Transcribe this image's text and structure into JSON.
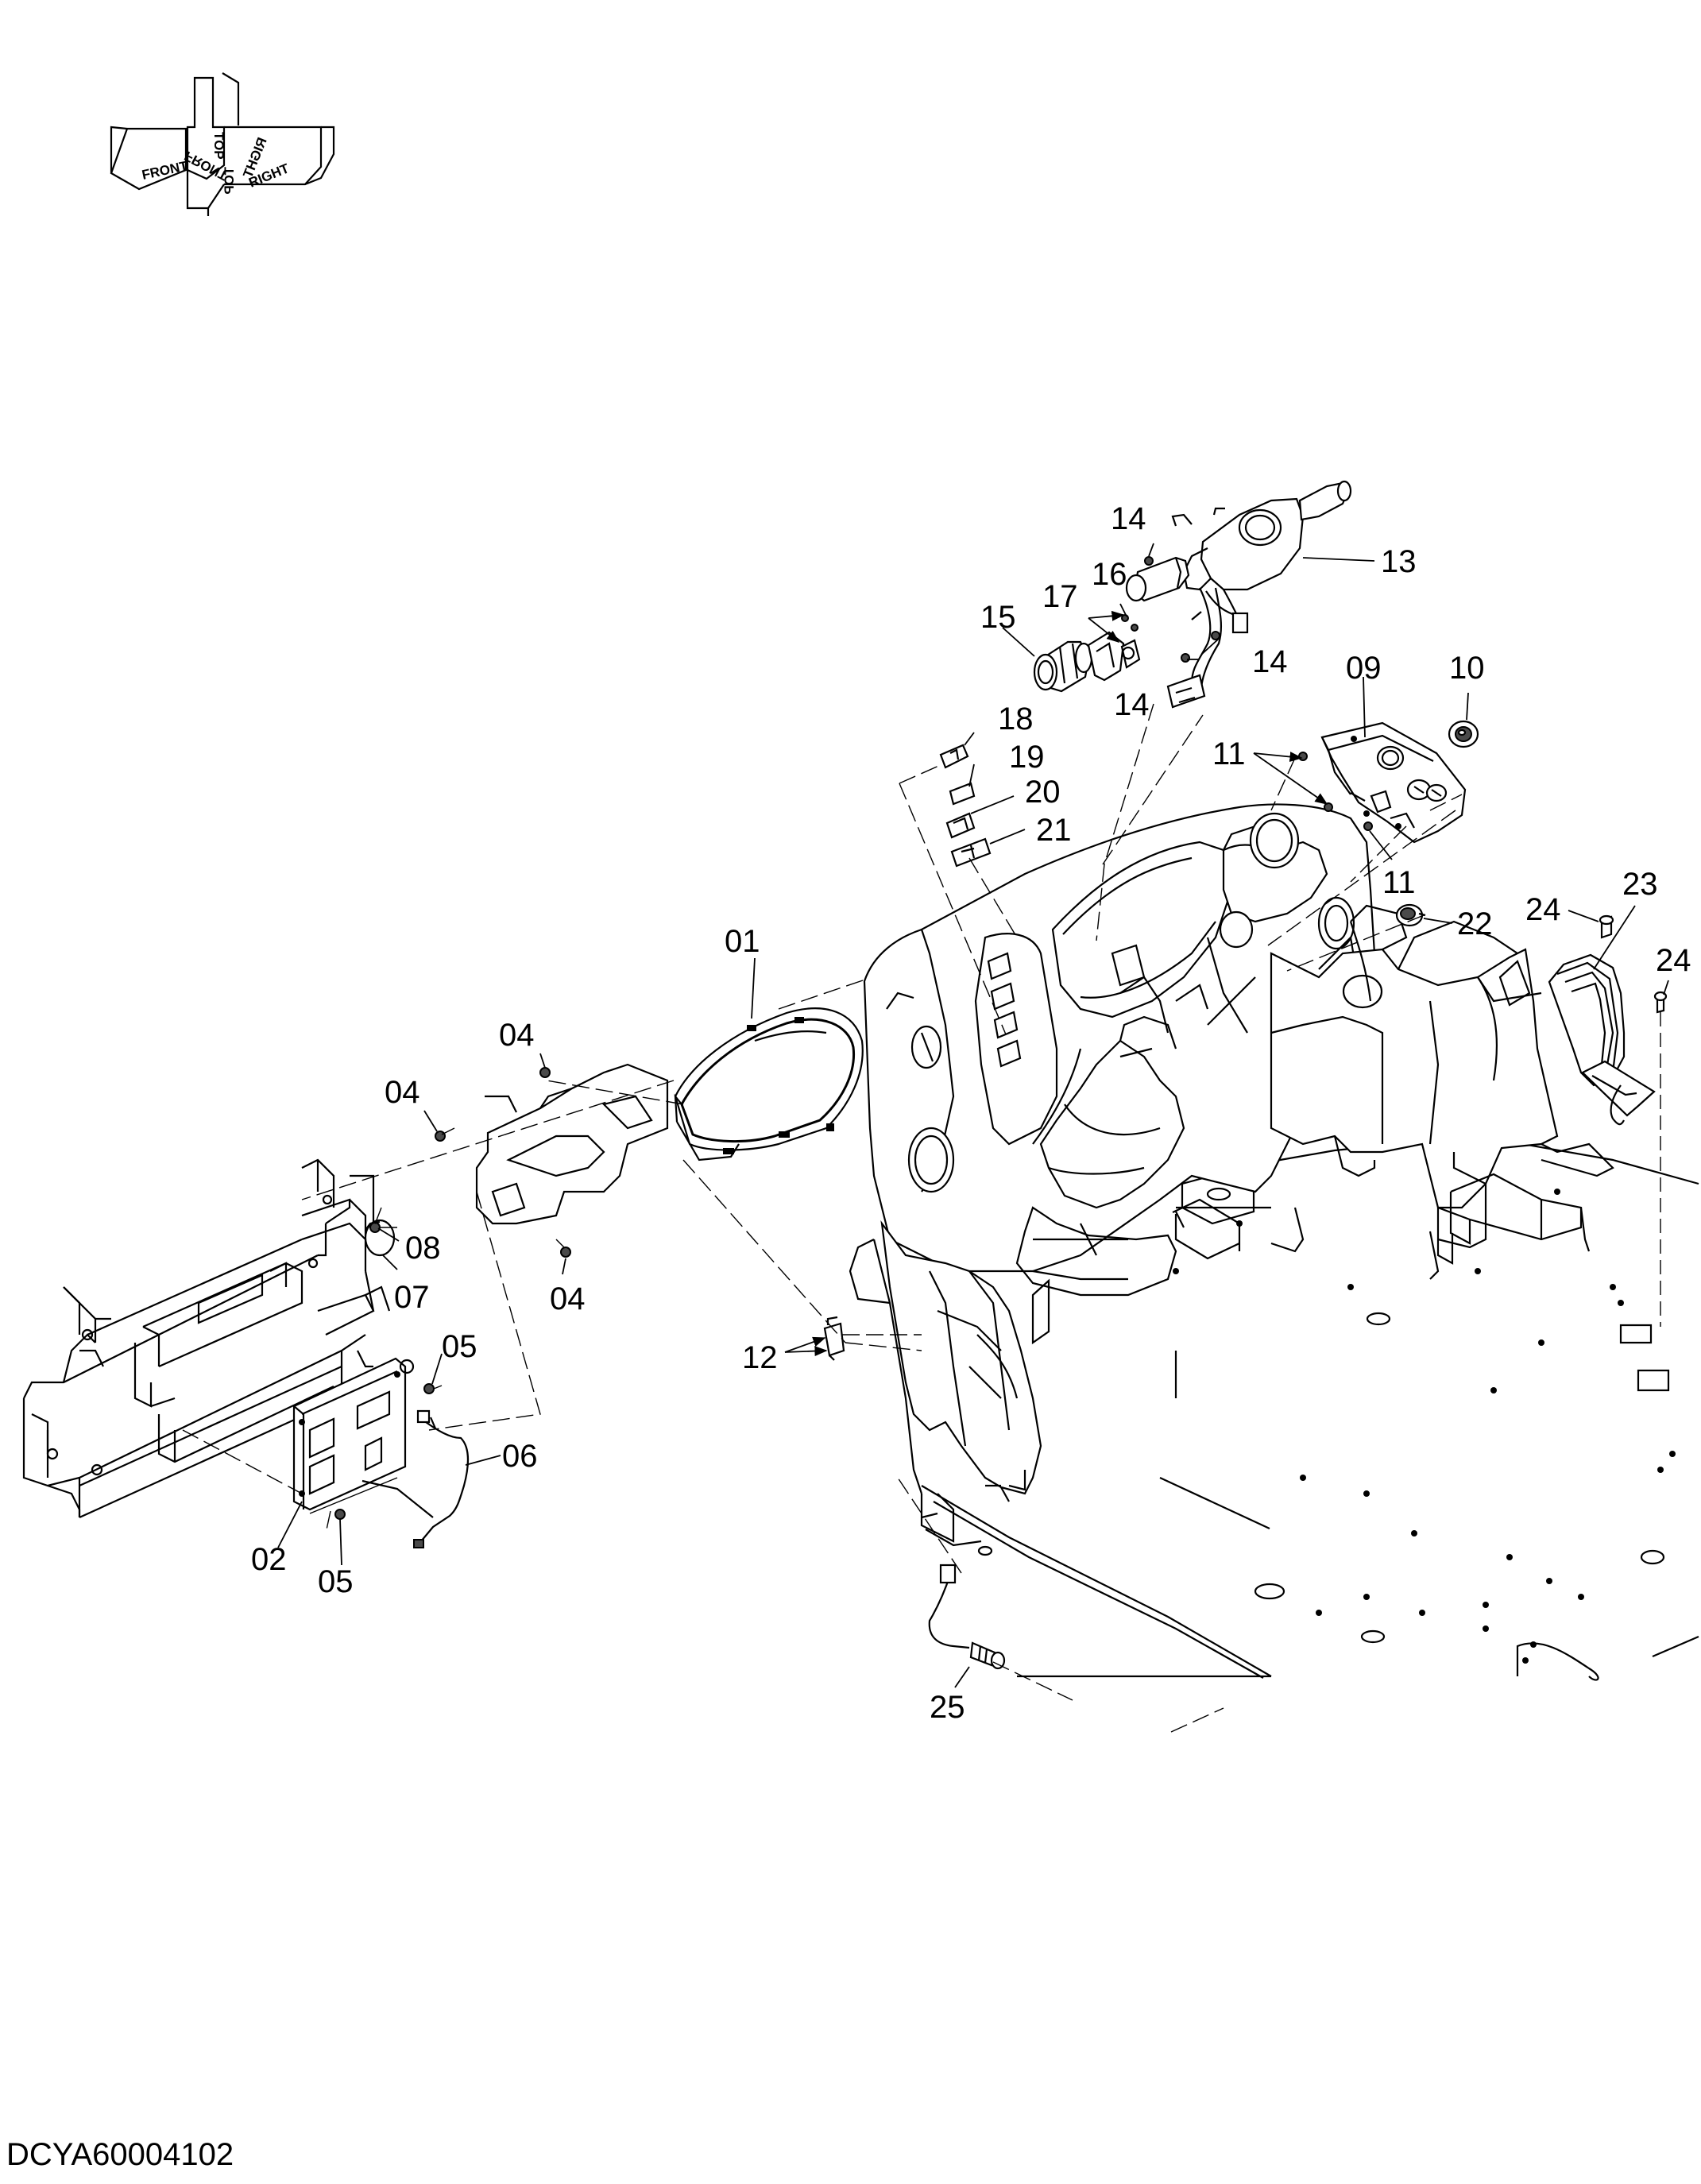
{
  "orientation": {
    "front": "FRONT",
    "top": "TOP",
    "right": "RIGHT"
  },
  "drawing_id": "DCYA60004102",
  "callouts": {
    "c01": "01",
    "c02": "02",
    "c04a": "04",
    "c04b": "04",
    "c04c": "04",
    "c05a": "05",
    "c05b": "05",
    "c06": "06",
    "c07": "07",
    "c08": "08",
    "c09": "09",
    "c10": "10",
    "c11a": "11",
    "c11b": "11",
    "c12": "12",
    "c13": "13",
    "c14a": "14",
    "c14b": "14",
    "c14c": "14",
    "c15": "15",
    "c16": "16",
    "c17": "17",
    "c18": "18",
    "c19": "19",
    "c20": "20",
    "c21": "21",
    "c22": "22",
    "c23": "23",
    "c24a": "24",
    "c24b": "24",
    "c25": "25"
  }
}
